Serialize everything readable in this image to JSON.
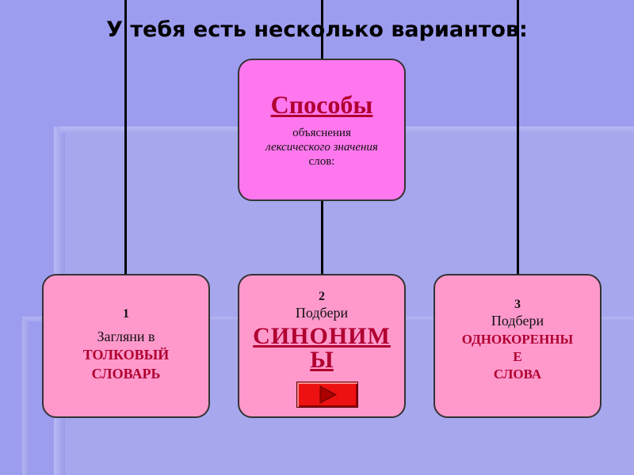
{
  "title": "У тебя есть несколько вариантов:",
  "center": {
    "heading": "Способы",
    "line1": "объяснения",
    "line2": "лексического значения",
    "line3": "слов:"
  },
  "options": [
    {
      "number": "1",
      "verb": "Загляни в",
      "line1": "ТОЛКОВЫЙ",
      "line2": "СЛОВАРЬ"
    },
    {
      "number": "2",
      "verb": "Подбери",
      "line1": "СИНОНИМ",
      "line2": "Ы"
    },
    {
      "number": "3",
      "verb": "Подбери",
      "line1": "ОДНОКОРЕННЫ",
      "line2": "Е",
      "line3": "СЛОВА"
    }
  ],
  "play_button": {
    "icon": "play-arrow-icon",
    "color": "#ee1111"
  },
  "colors": {
    "background": "#9d9df0",
    "center_box": "#ff77ee",
    "option_box": "#ff99cc",
    "accent_text": "#b00030"
  }
}
